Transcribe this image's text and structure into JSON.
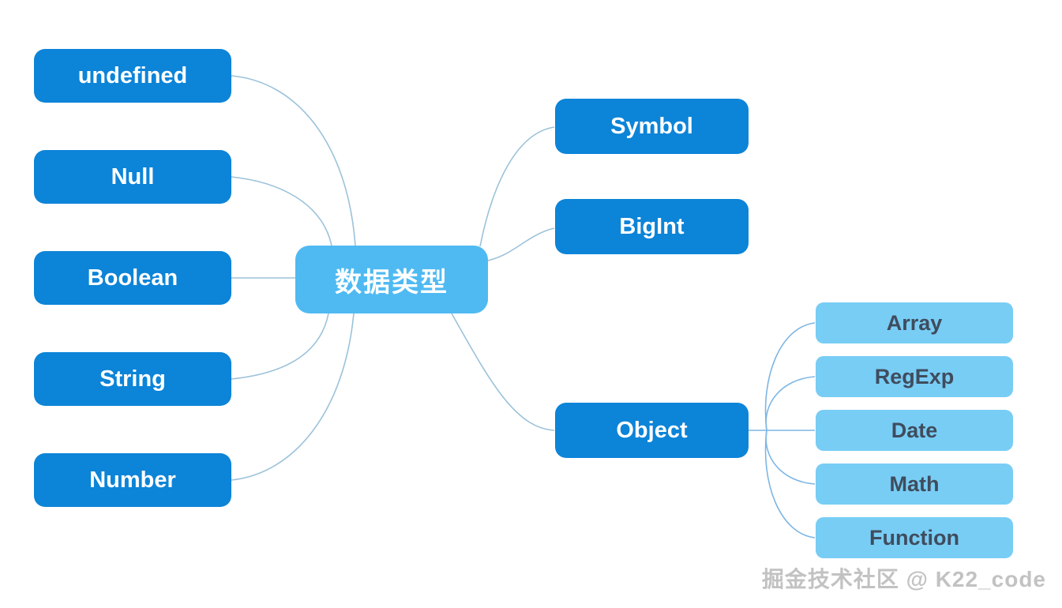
{
  "colors": {
    "background": "#ffffff",
    "dark_node": "#0c84d8",
    "root_node": "#4fbaf2",
    "leaf_node": "#78cdf5",
    "leaf_text": "#3f4c5d",
    "connector": "#9cc2da",
    "connector_fan": "#7db6e4",
    "watermark": "#c2c2c2"
  },
  "mindmap": {
    "root": {
      "label": "数据类型"
    },
    "left_nodes": [
      {
        "label": "undefined"
      },
      {
        "label": "Null"
      },
      {
        "label": "Boolean"
      },
      {
        "label": "String"
      },
      {
        "label": "Number"
      }
    ],
    "right_nodes": [
      {
        "label": "Symbol"
      },
      {
        "label": "BigInt"
      },
      {
        "label": "Object"
      }
    ],
    "object_children": [
      {
        "label": "Array"
      },
      {
        "label": "RegExp"
      },
      {
        "label": "Date"
      },
      {
        "label": "Math"
      },
      {
        "label": "Function"
      }
    ]
  },
  "watermark": {
    "text": "掘金技术社区 @ K22_code"
  }
}
